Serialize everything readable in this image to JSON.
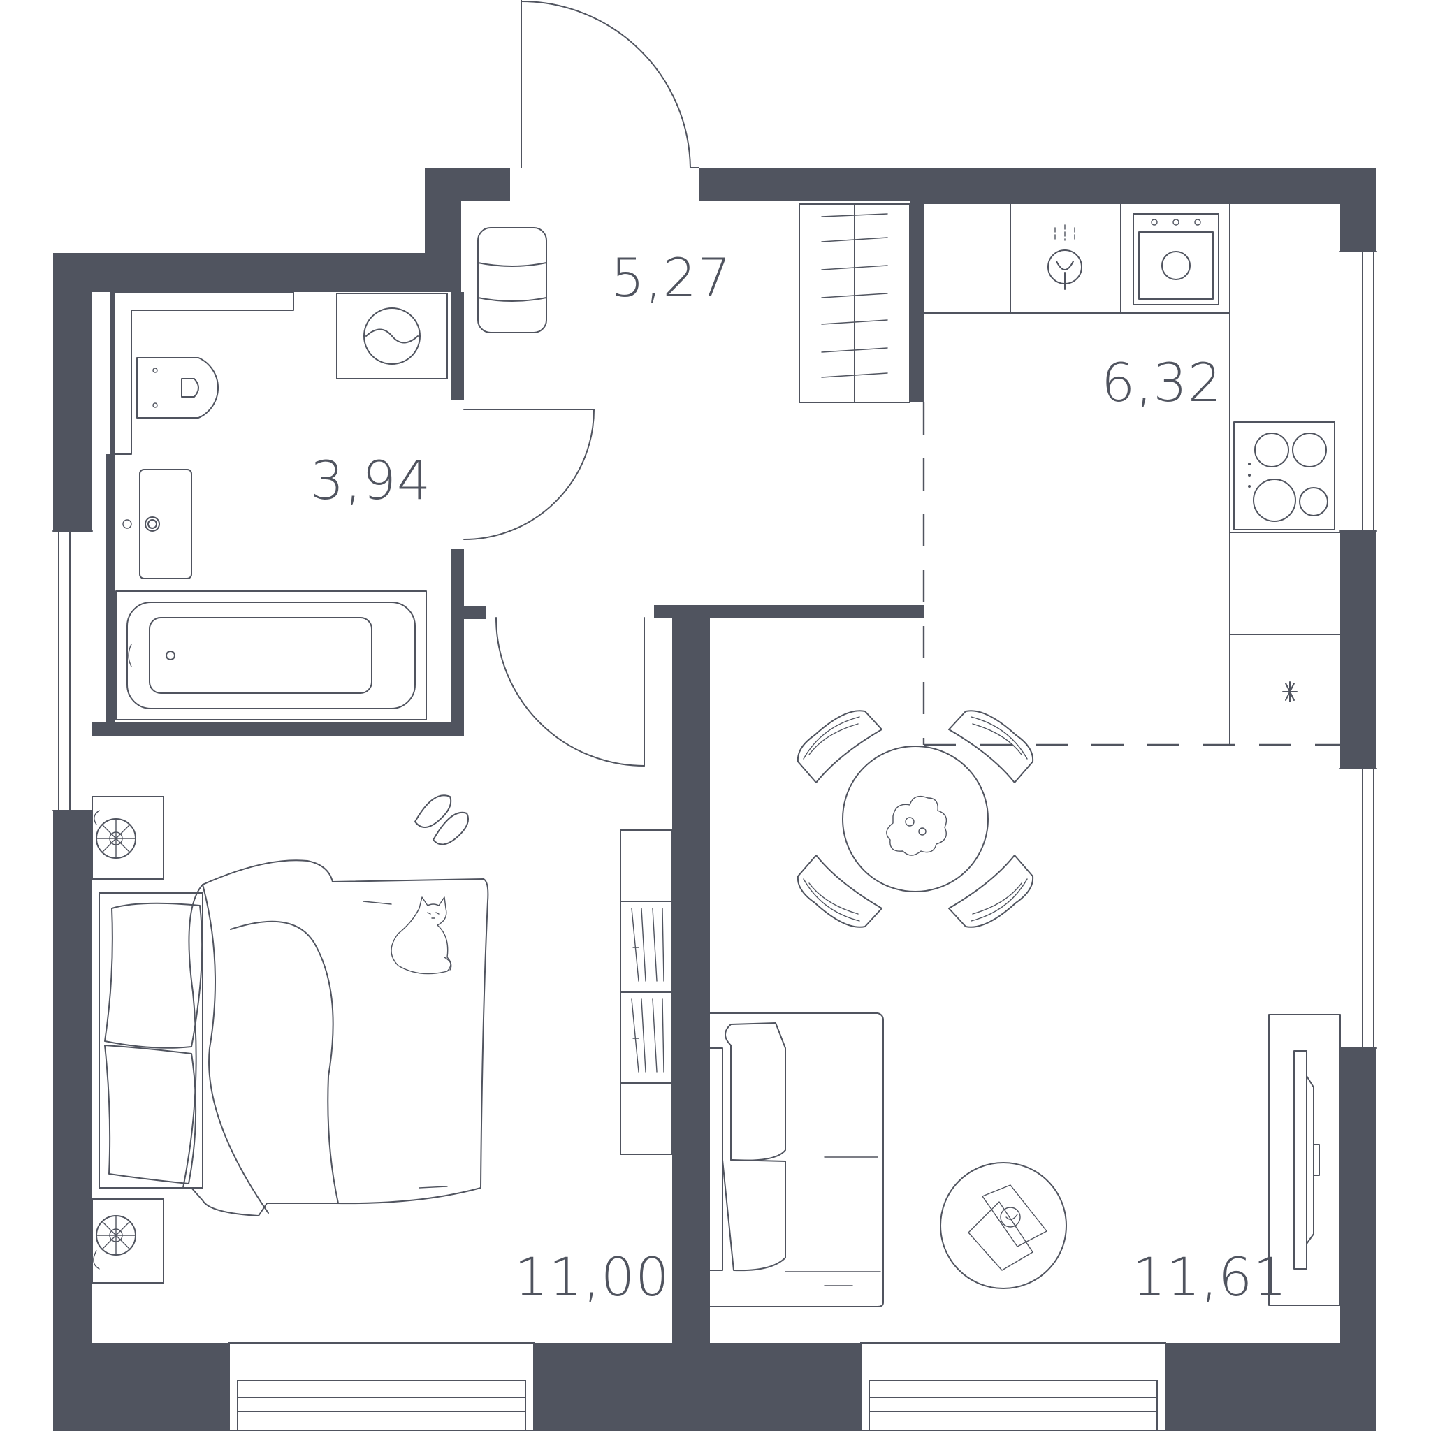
{
  "plan": {
    "wall_color": "#50545f",
    "rooms": [
      {
        "id": "hall",
        "area": "5,27"
      },
      {
        "id": "bathroom",
        "area": "3,94"
      },
      {
        "id": "kitchen",
        "area": "6,32"
      },
      {
        "id": "bedroom",
        "area": "11,00"
      },
      {
        "id": "living",
        "area": "11,61"
      }
    ],
    "icons": [
      "door-swing-icon",
      "wardrobe-icon",
      "washing-machine-icon",
      "toilet-icon",
      "washbasin-icon",
      "bathtub-icon",
      "sink-icon",
      "stove-icon",
      "fridge-icon",
      "dining-table-icon",
      "chair-icon",
      "bed-icon",
      "pillow-icon",
      "cat-icon",
      "slippers-icon",
      "nightstand-icon",
      "lamp-icon",
      "sofa-icon",
      "coffee-table-icon",
      "tv-icon",
      "window-icon"
    ]
  }
}
